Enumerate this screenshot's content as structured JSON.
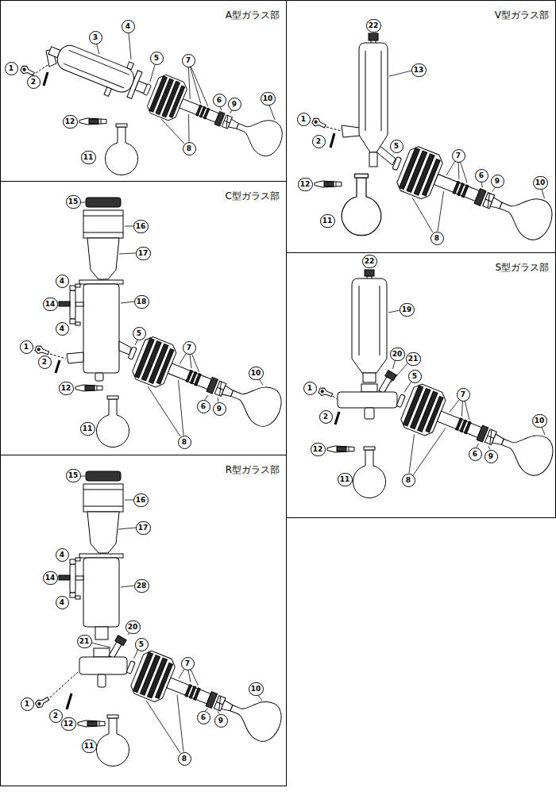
{
  "diagram": {
    "nodes": [
      {
        "text": [
          "A型ガラス部"
        ]
      },
      {
        "text": [
          "V型ガラス部"
        ]
      },
      {
        "text": [
          "C型ガラス部"
        ]
      },
      {
        "text": [
          "S型ガラス部"
        ]
      },
      {
        "text": [
          "R型ガラス部"
        ]
      }
    ],
    "labels": [
      "1",
      "2",
      "3",
      "4",
      "5",
      "7",
      "6",
      "9",
      "10",
      "8",
      "12",
      "11",
      "22",
      "13",
      "1",
      "5",
      "7",
      "2",
      "6",
      "9",
      "10",
      "12",
      "8",
      "11",
      "15",
      "16",
      "17",
      "4",
      "14",
      "4",
      "18",
      "1",
      "5",
      "7",
      "2",
      "6",
      "9",
      "10",
      "12",
      "8",
      "11",
      "22",
      "19",
      "20",
      "21",
      "5",
      "7",
      "1",
      "2",
      "6",
      "9",
      "10",
      "12",
      "8",
      "11",
      "15",
      "16",
      "17",
      "4",
      "14",
      "4",
      "28",
      "20",
      "21",
      "5",
      "1",
      "2",
      "7",
      "6",
      "9",
      "10",
      "12",
      "8",
      "11"
    ]
  }
}
